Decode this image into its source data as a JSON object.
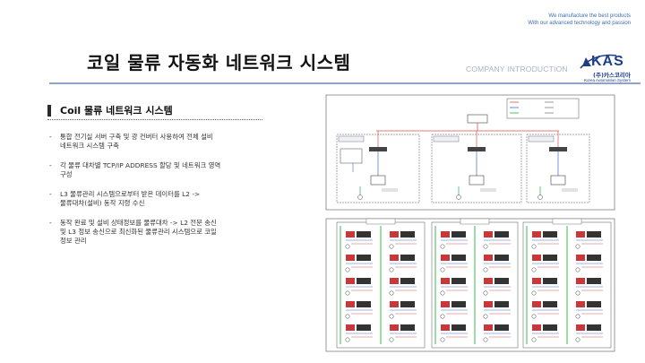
{
  "header": {
    "tagline": [
      "We manufacture the best products",
      "With our advanced technology and passion"
    ],
    "title": "코일 물류 자동화 네트워크 시스템",
    "company_intro": "COMPANY INTRODUCTION",
    "logo": {
      "mark": "KAS",
      "name_ko": "(주)카스코리아",
      "name_en": "Korea Automation System"
    }
  },
  "section": {
    "title": "Coil 물류 네트워크 시스템",
    "bullets": [
      [
        "통합 전기실 서버 구축 및 광 컨버터 사용하여 전체 설비",
        "네트워크 시스템 구축"
      ],
      [
        "각 물류 대차별 TCP/IP ADDRESS 할당 및 네트워크 영역",
        "구성"
      ],
      [
        "L3 물류관리 시스템으로부터 받은 데이터를 L2 ->",
        "물류대차(설비) 동작 지령 수신"
      ],
      [
        "동작 완료 및 설비 상태정보를 물류대차 -> L2 전문 송신",
        "및 L3 정보 송신으로 최신화된 물류관리 시스템으로 코일",
        "정보 관리"
      ]
    ]
  },
  "diagram": {
    "colors": {
      "frame": "#555555",
      "link_red": "#d9534f",
      "link_blue": "#3b6fd1",
      "link_green": "#2fa84f",
      "bus_green": "#7fd18a",
      "device": "#444444",
      "device_red": "#c83838"
    }
  }
}
